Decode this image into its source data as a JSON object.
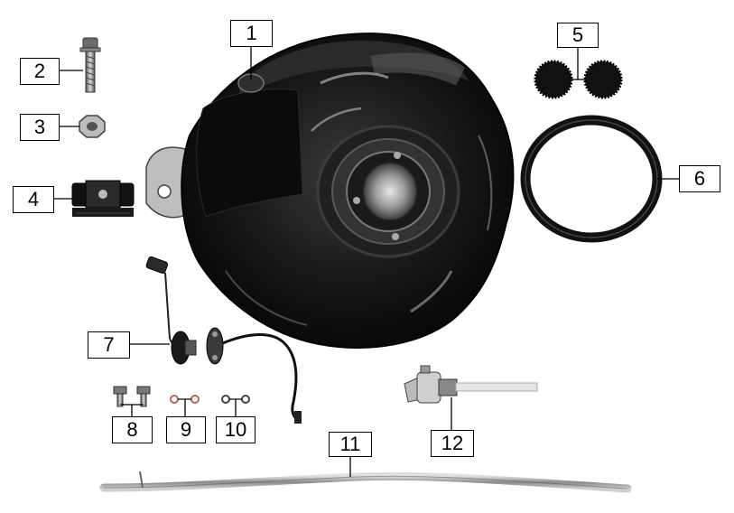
{
  "callouts": {
    "c1": "1",
    "c2": "2",
    "c3": "3",
    "c4": "4",
    "c5": "5",
    "c6": "6",
    "c7": "7",
    "c8": "8",
    "c9": "9",
    "c10": "10",
    "c11": "11",
    "c12": "12"
  },
  "colors": {
    "tank": "#141414",
    "highlight": "#d9d9d9",
    "metal": "#a8a8a8",
    "callout_border": "#000000"
  }
}
